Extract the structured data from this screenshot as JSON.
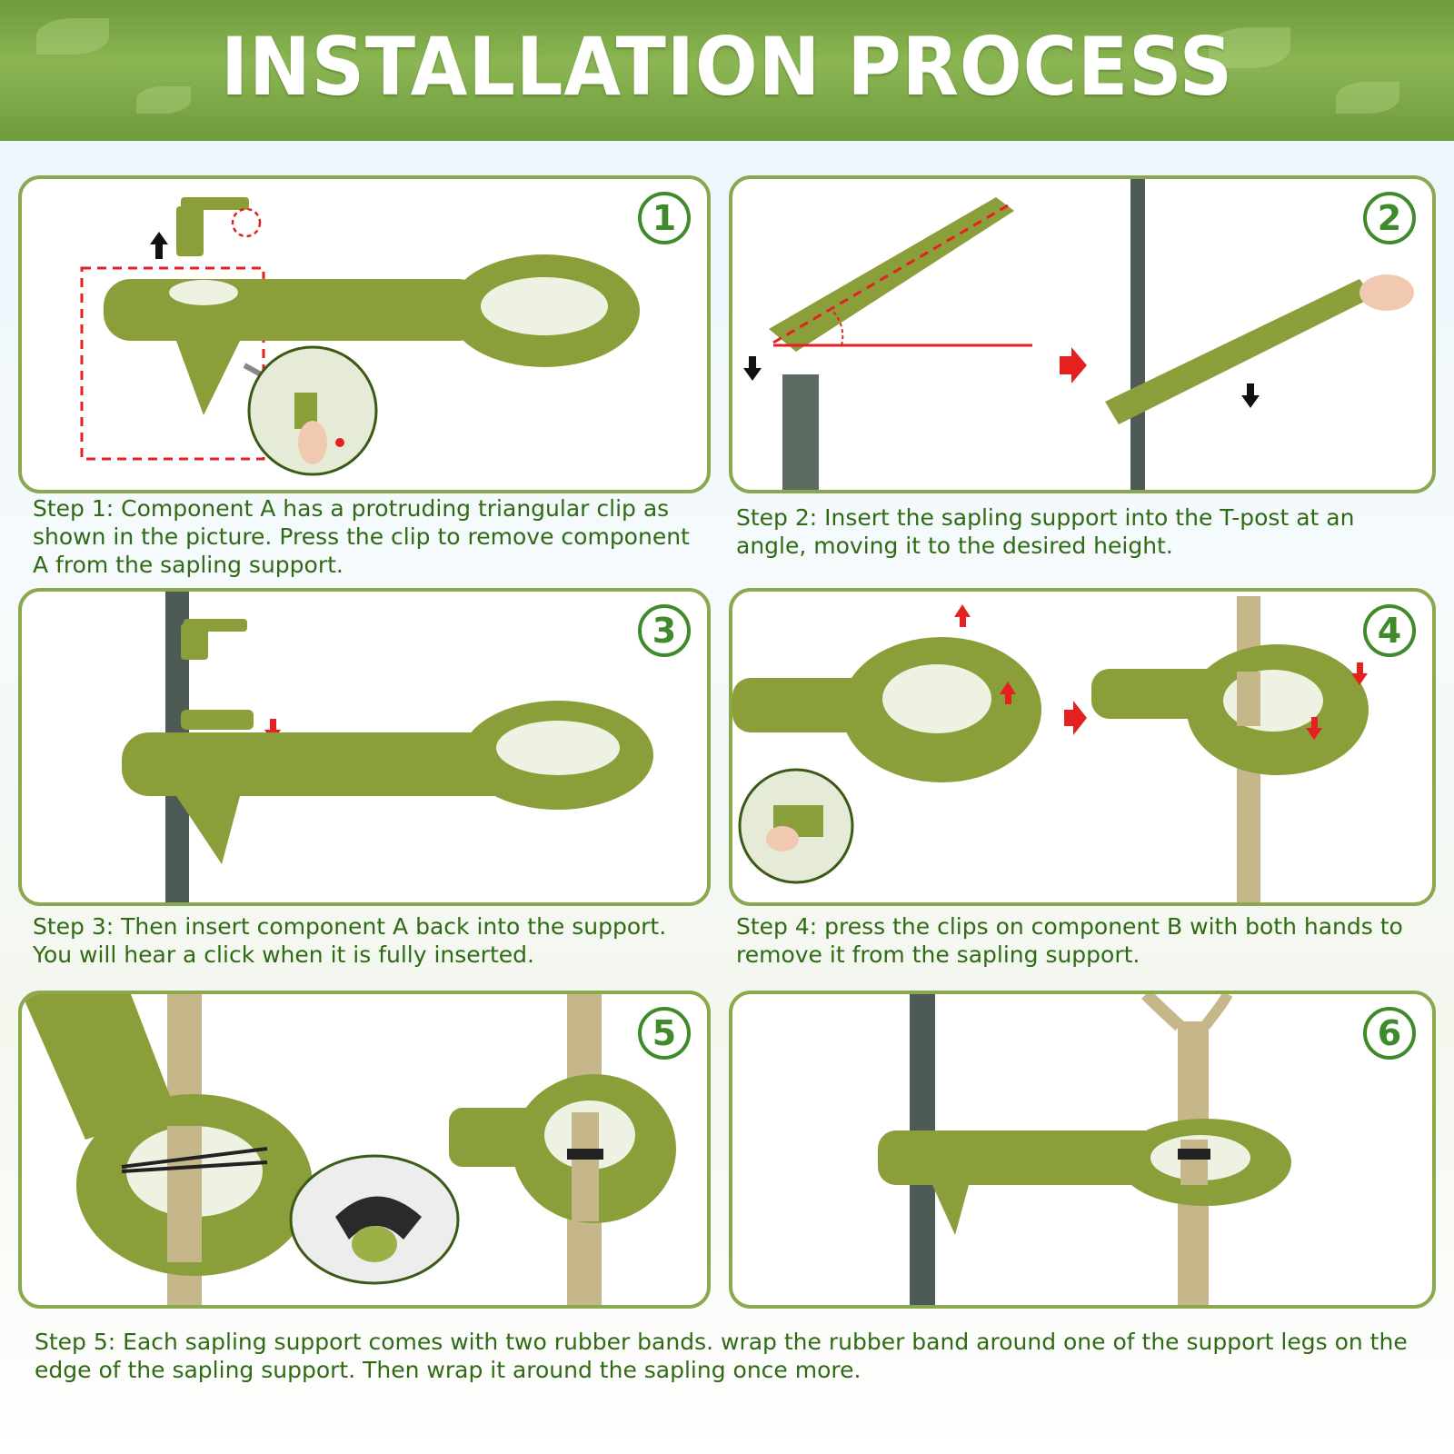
{
  "header": {
    "title": "INSTALLATION PROCESS"
  },
  "panels": [
    {
      "number": "1",
      "caption": "Step 1: Component A has a protruding triangular clip as shown in the picture. Press the clip to remove component A from the sapling support."
    },
    {
      "number": "2",
      "caption": "Step 2: Insert the sapling support into the T-post at an angle, moving it to the desired height."
    },
    {
      "number": "3",
      "caption": "Step 3: Then insert component A back into the support. You will hear a click when it is fully inserted."
    },
    {
      "number": "4",
      "caption": "Step 4:  press the clips on component B with both hands to remove it from the sapling support."
    },
    {
      "number": "5"
    },
    {
      "number": "6"
    }
  ],
  "footer": {
    "caption": "Step 5: Each sapling support comes with two rubber bands. wrap the rubber band around one of the support legs on the edge of the sapling support. Then wrap it around the sapling once more."
  },
  "colors": {
    "product": "#8a9e3a",
    "frame": "#8aa84e",
    "text": "#2f6a14",
    "badge": "#3f8a2a",
    "arrow_red": "#e52020",
    "post": "#4e5a55"
  },
  "icons": [
    "up-arrow-icon",
    "down-arrow-icon",
    "right-arrow-icon",
    "dashed-guide-icon",
    "magnifier-circle-icon"
  ]
}
